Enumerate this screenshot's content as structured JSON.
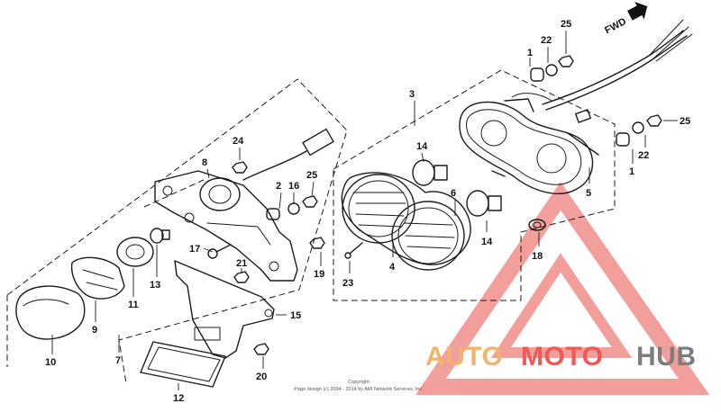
{
  "labels": {
    "l1a": "1",
    "l1b": "1",
    "l2": "2",
    "l3": "3",
    "l4": "4",
    "l5": "5",
    "l6": "6",
    "l7": "7",
    "l8": "8",
    "l9": "9",
    "l10": "10",
    "l11": "11",
    "l12": "12",
    "l13": "13",
    "l14a": "14",
    "l14b": "14",
    "l15": "15",
    "l16": "16",
    "l17": "17",
    "l18": "18",
    "l19": "19",
    "l20": "20",
    "l21": "21",
    "l22a": "22",
    "l22b": "22",
    "l23": "23",
    "l24": "24",
    "l25a": "25",
    "l25b": "25",
    "l25c": "25"
  },
  "fwd_label": "FWD",
  "copyright": {
    "line1": "Copyright",
    "line2": "Page design (c) 2004 - 2014 by ARI Network Services, Inc."
  },
  "watermark": {
    "part1": "AUTO",
    "part2": "MOTO",
    "part3": "HUB",
    "color_orange": "#f2b46a",
    "color_red": "#ee5a55",
    "color_gray": "#7d7d7d"
  }
}
